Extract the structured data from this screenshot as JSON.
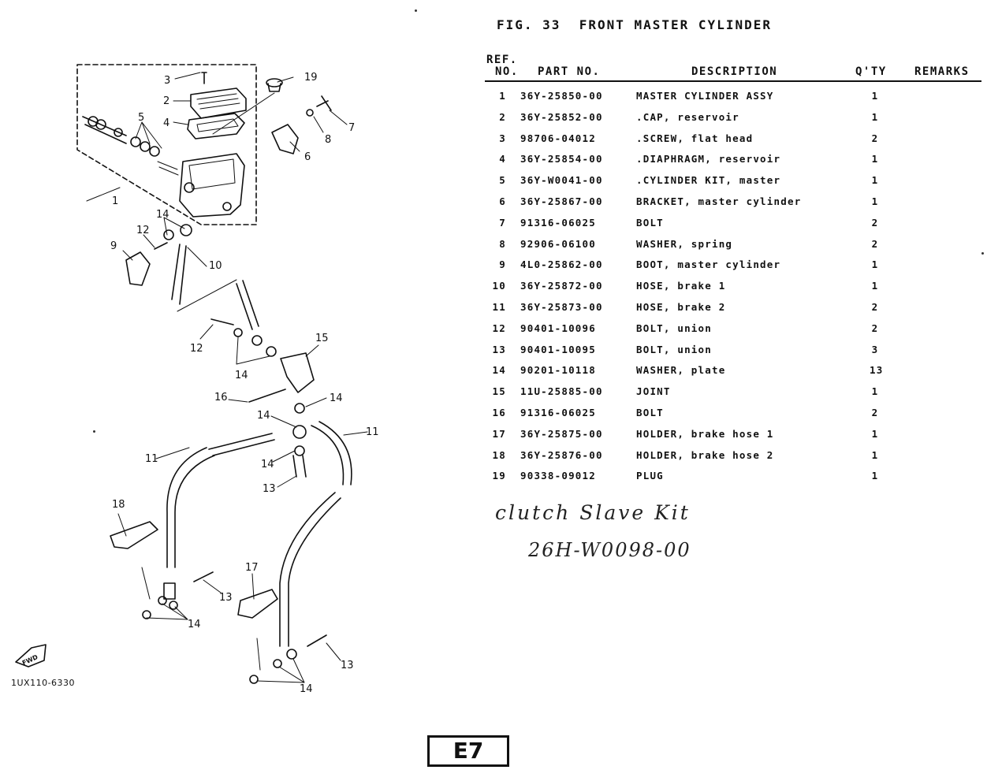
{
  "figure": {
    "title": "FIG. 33  FRONT MASTER CYLINDER",
    "diagram_code": "1UX110-6330",
    "page_code": "E7"
  },
  "table": {
    "headers": {
      "ref_line1": "REF.",
      "ref_line2": "NO.",
      "part_no": "PART NO.",
      "description": "DESCRIPTION",
      "qty": "Q'TY",
      "remarks": "REMARKS"
    },
    "rows": [
      {
        "ref": "1",
        "part": "36Y-25850-00",
        "desc": "MASTER CYLINDER ASSY",
        "qty": "1"
      },
      {
        "ref": "2",
        "part": "36Y-25852-00",
        "desc": ".CAP, reservoir",
        "qty": "1"
      },
      {
        "ref": "3",
        "part": "98706-04012",
        "desc": ".SCREW, flat head",
        "qty": "2"
      },
      {
        "ref": "4",
        "part": "36Y-25854-00",
        "desc": ".DIAPHRAGM, reservoir",
        "qty": "1"
      },
      {
        "ref": "5",
        "part": "36Y-W0041-00",
        "desc": ".CYLINDER KIT, master",
        "qty": "1"
      },
      {
        "ref": "6",
        "part": "36Y-25867-00",
        "desc": "BRACKET, master cylinder",
        "qty": "1"
      },
      {
        "ref": "7",
        "part": "91316-06025",
        "desc": "BOLT",
        "qty": "2"
      },
      {
        "ref": "8",
        "part": "92906-06100",
        "desc": "WASHER, spring",
        "qty": "2"
      },
      {
        "ref": "9",
        "part": "4L0-25862-00",
        "desc": "BOOT, master cylinder",
        "qty": "1"
      },
      {
        "ref": "10",
        "part": "36Y-25872-00",
        "desc": "HOSE, brake 1",
        "qty": "1"
      },
      {
        "ref": "11",
        "part": "36Y-25873-00",
        "desc": "HOSE, brake 2",
        "qty": "2"
      },
      {
        "ref": "12",
        "part": "90401-10096",
        "desc": "BOLT, union",
        "qty": "2"
      },
      {
        "ref": "13",
        "part": "90401-10095",
        "desc": "BOLT, union",
        "qty": "3"
      },
      {
        "ref": "14",
        "part": "90201-10118",
        "desc": "WASHER, plate",
        "qty": "13"
      },
      {
        "ref": "15",
        "part": "11U-25885-00",
        "desc": "JOINT",
        "qty": "1"
      },
      {
        "ref": "16",
        "part": "91316-06025",
        "desc": "BOLT",
        "qty": "2"
      },
      {
        "ref": "17",
        "part": "36Y-25875-00",
        "desc": "HOLDER, brake hose 1",
        "qty": "1"
      },
      {
        "ref": "18",
        "part": "36Y-25876-00",
        "desc": "HOLDER, brake hose 2",
        "qty": "1"
      },
      {
        "ref": "19",
        "part": "90338-09012",
        "desc": "PLUG",
        "qty": "1"
      }
    ]
  },
  "handwritten": {
    "line1": "clutch Slave Kit",
    "line2": "26H-W0098-00"
  },
  "callouts": [
    "3",
    "2",
    "4",
    "5",
    "1",
    "19",
    "8",
    "7",
    "6",
    "14",
    "12",
    "9",
    "10",
    "12",
    "14",
    "15",
    "16",
    "14",
    "14",
    "11",
    "14",
    "13",
    "11",
    "18",
    "13",
    "14",
    "17",
    "13",
    "14"
  ]
}
